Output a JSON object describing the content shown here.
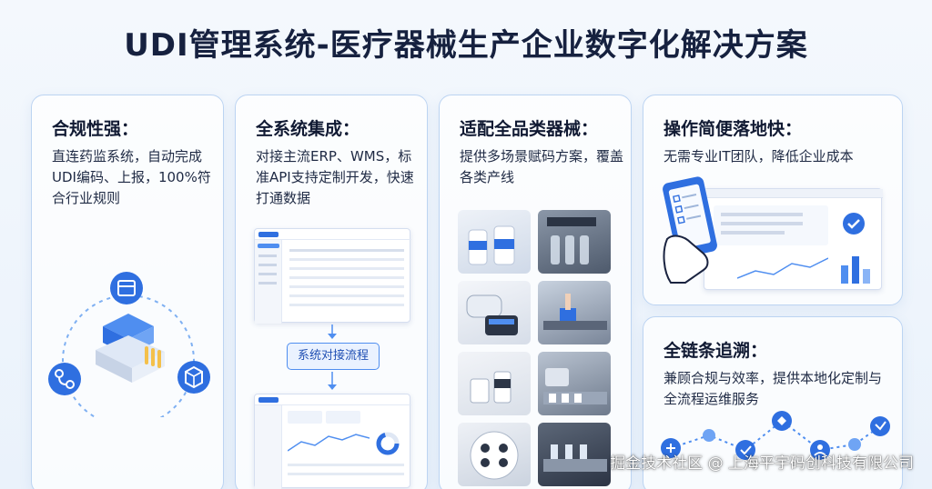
{
  "title": "UDI管理系统-医疗器械生产企业数字化解决方案",
  "cards": [
    {
      "title": "合规性强：",
      "desc": "直连药监系统，自动完成UDI编码、上报，100%符合行业规则"
    },
    {
      "title": "全系统集成：",
      "desc": "对接主流ERP、WMS，标准API支持定制开发，快速打通数据",
      "flow_label": "系统对接流程"
    },
    {
      "title": "适配全品类器械：",
      "desc": "提供多场景赋码方案，覆盖各类产线"
    },
    {
      "title": "操作简便落地快：",
      "desc": "无需专业IT团队，降低企业成本"
    },
    {
      "title": "全链条追溯：",
      "desc": "兼顾合规与效率，提供本地化定制与全流程运维服务"
    }
  ],
  "watermark": "掘金技术社区 @ 上海平宇码创科技有限公司",
  "colors": {
    "accent": "#2f6fe0",
    "border": "#bcd4f2",
    "title": "#16213f"
  },
  "icons": [
    "calendar-icon",
    "route-icon",
    "box-icon",
    "server-stack-icon",
    "check-circle-icon",
    "hand-phone-icon"
  ]
}
